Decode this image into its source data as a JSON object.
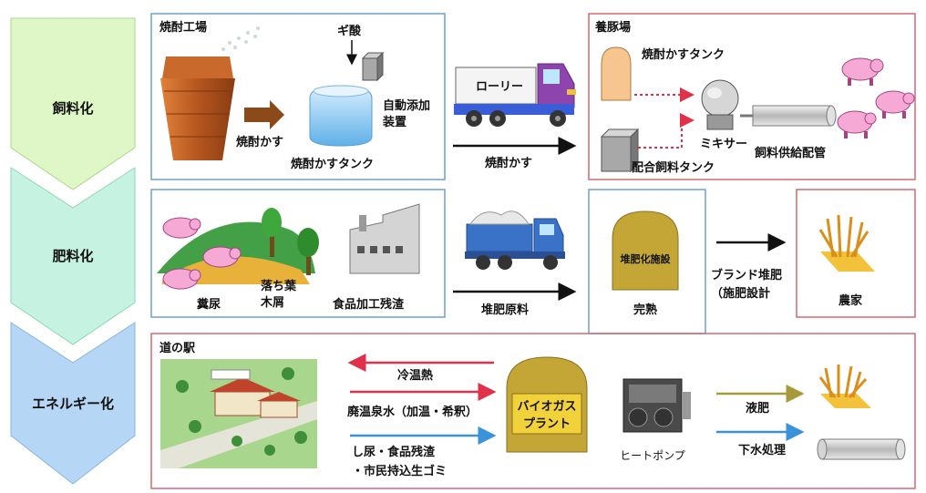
{
  "stages": {
    "feed": "飼料化",
    "fertilizer": "肥料化",
    "energy": "エネルギー化"
  },
  "row1": {
    "distillery": "焼酎工場",
    "ginkgo": "ギ酸",
    "auto_add": "自動添加",
    "device": "装置",
    "shochu_lees": "焼酎かす",
    "lees_tank": "焼酎かすタンク",
    "truck": "ローリー",
    "transport_label": "焼酎かす",
    "farm": "養豚場",
    "farm_lees_tank": "焼酎かすタンク",
    "mixer": "ミキサー",
    "compound_feed_tank": "配合飼料タンク",
    "feed_pipe": "飼料供給配管"
  },
  "row2": {
    "manure": "糞尿",
    "leaves_1": "落ち葉",
    "leaves_2": "木屑",
    "food_waste": "食品加工残渣",
    "compost_material": "堆肥原料",
    "compost_facility": "堆肥化施設",
    "matured": "完熟",
    "brand_1": "ブランド堆肥",
    "brand_2": "（施肥設計",
    "farmer": "農家"
  },
  "row3": {
    "roadside_station": "道の駅",
    "hot_cold": "冷温熱",
    "spring_water": "廃温泉水（加温・希釈）",
    "sewage_1": "し尿・食品残渣",
    "sewage_2": "・市民持込生ゴミ",
    "biogas_1": "バイオガス",
    "biogas_2": "プラント",
    "heat_pump": "ヒートポンプ",
    "liquid_fertilizer": "液肥",
    "wastewater": "下水処理"
  },
  "colors": {
    "stage_feed": "#dff7c6",
    "stage_fertilizer": "#c6f3e1",
    "stage_energy": "#b6d6f5",
    "blue_frame": "#6f9fcf",
    "red_frame": "#d36a73",
    "red_arrow": "#e0304a",
    "blue_arrow": "#3a93d8",
    "olive_arrow": "#a89a3a",
    "plant_fill": "#c4a636"
  }
}
